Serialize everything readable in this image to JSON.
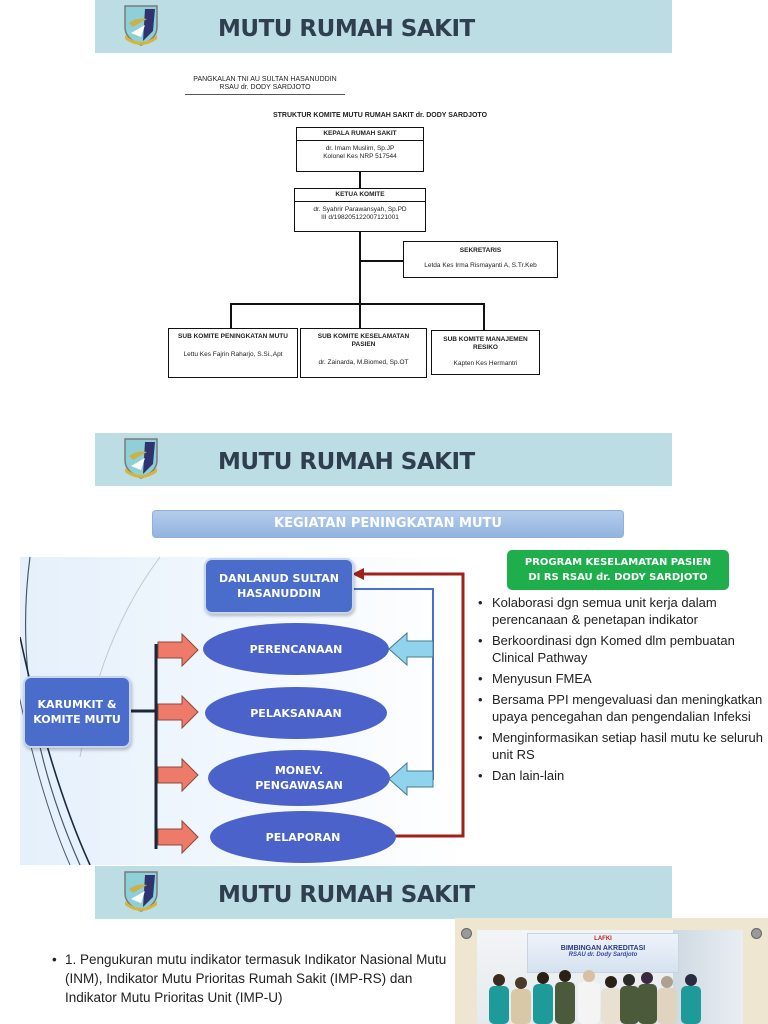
{
  "slides": [
    {
      "banner": {
        "title": "MUTU RUMAH SAKIT",
        "logo_icon": "air-force-crest-icon"
      },
      "org_header": {
        "line1": "PANGKALAN TNI AU SULTAN HASANUDDIN",
        "line2": "RSAU dr. DODY SARDJOTO"
      },
      "org_title": "STRUKTUR KOMITE MUTU RUMAH SAKIT dr. DODY SARDJOTO",
      "org_nodes": {
        "kepala": {
          "role": "KEPALA RUMAH SAKIT",
          "name": "dr. Imam Muslim, Sp.JP",
          "detail": "Kolonel Kes NRP 517544"
        },
        "ketua": {
          "role": "KETUA KOMITE",
          "name": "dr. Syahrir Parawansyah, Sp.PD",
          "detail": "III d/198205122007121001"
        },
        "sekretaris": {
          "role": "SEKRETARIS",
          "name": "Letda Kes Irma Rismayanti A, S.Tr.Keb"
        },
        "sub1": {
          "role": "SUB KOMITE PENINGKATAN MUTU",
          "name": "Lettu Kes Fajrin Raharjo, S.Si.,Apt"
        },
        "sub2": {
          "role": "SUB KOMITE KESELAMATAN PASIEN",
          "name": "dr. Zainarda, M.Biomed, Sp.OT"
        },
        "sub3": {
          "role": "SUB KOMITE MANAJEMEN RESIKO",
          "name": "Kapten Kes Hermantri"
        }
      }
    },
    {
      "banner": {
        "title": "MUTU RUMAH SAKIT",
        "logo_icon": "air-force-crest-icon"
      },
      "section_title": "KEGIATAN PENINGKATAN MUTU",
      "diagram": {
        "top_node": "DANLANUD SULTAN HASANUDDIN",
        "left_node": "KARUMKIT & KOMITE MUTU",
        "steps": [
          "PERENCANAAN",
          "PELAKSANAAN",
          "MONEV. PENGAWASAN",
          "PELAPORAN"
        ],
        "colors": {
          "node": "#4a62c9",
          "feedback_line": "#a0201a",
          "arrow_right": "#ee7a6a",
          "arrow_left": "#8fd4ec"
        }
      },
      "program": {
        "title_line1": "PROGRAM KESELAMATAN PASIEN",
        "title_line2": "DI RS RSAU  dr. DODY SARDJOTO",
        "color": "#1fae4c",
        "items": [
          "Kolaborasi  dgn semua unit kerja dalam perencanaan &  penetapan  indikator",
          "Berkoordinasi dgn Komed dlm pembuatan Clinical Pathway",
          "Menyusun FMEA",
          "Bersama PPI  mengevaluasi dan meningkatkan upaya pencegahan dan pengendalian Infeksi",
          "Menginformasikan setiap hasil mutu ke seluruh unit RS",
          "Dan lain-lain"
        ]
      }
    },
    {
      "banner": {
        "title": "MUTU RUMAH SAKIT",
        "logo_icon": "air-force-crest-icon"
      },
      "items": [
        "1. Pengukuran mutu indikator termasuk Indikator Nasional Mutu (INM), Indikator Mutu Prioritas Rumah Sakit (IMP-RS) dan Indikator Mutu Prioritas Unit (IMP-U)"
      ],
      "photo": {
        "banner_brand": "LAFKI",
        "banner_text": "BIMBINGAN AKREDITASI",
        "banner_sub": "RSAU dr. Dody Sardjoto"
      }
    }
  ],
  "bullet_char": "•"
}
